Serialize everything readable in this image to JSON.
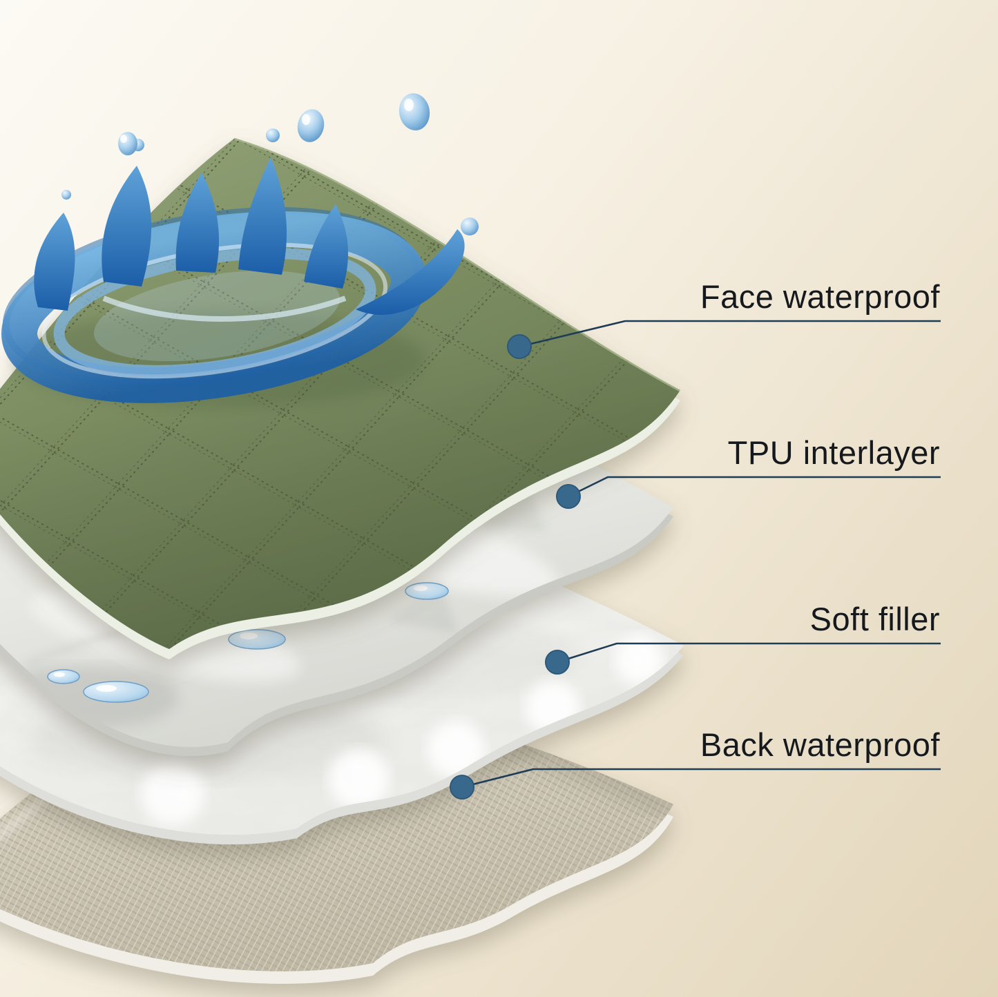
{
  "diagram": {
    "callouts": [
      {
        "id": "face-waterproof",
        "label": "Face waterproof"
      },
      {
        "id": "tpu-interlayer",
        "label": "TPU interlayer"
      },
      {
        "id": "soft-filler",
        "label": "Soft filler"
      },
      {
        "id": "back-waterproof",
        "label": "Back waterproof"
      }
    ],
    "layers": [
      {
        "name": "Face waterproof",
        "fill": "#7d8e63"
      },
      {
        "name": "TPU interlayer",
        "fill": "#e8e9e5"
      },
      {
        "name": "Soft filler",
        "fill": "#f7f7f5"
      },
      {
        "name": "Back waterproof",
        "fill": "#cbc4b4"
      }
    ],
    "colors": {
      "background_from": "#fcfaf4",
      "background_to": "#e2d5ba",
      "callout_dot": "#38688c",
      "callout_line": "#1e3c55",
      "label_text": "#15181c",
      "water_dark": "#1d5fa5",
      "water_light": "#9cc9e8"
    }
  }
}
